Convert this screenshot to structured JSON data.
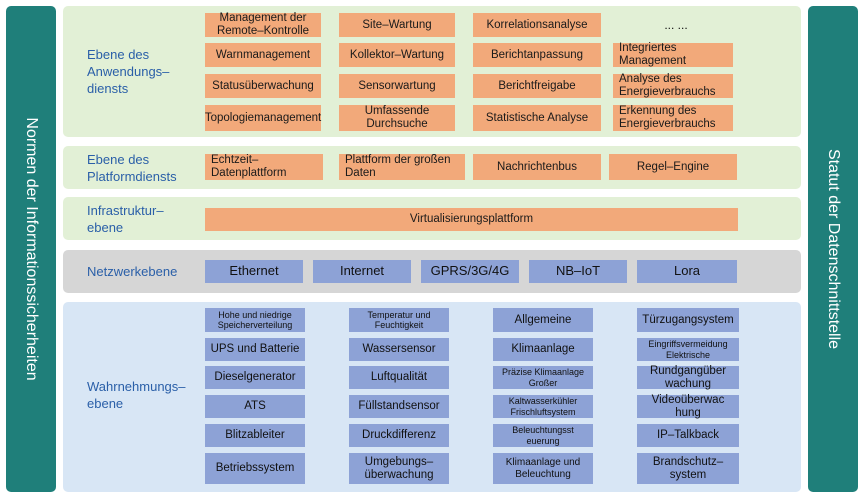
{
  "side_left": "Normen der Informationssicherheiten",
  "side_right": "Statut der Datenschnittstelle",
  "layers": {
    "application": {
      "label": "Ebene des\nAnwendungs–\ndiensts",
      "items": [
        [
          "Management der\nRemote–Kontrolle",
          "Site–Wartung",
          "Korrelationsanalyse",
          "... ..."
        ],
        [
          "Warnmanagement",
          "Kollektor–Wartung",
          "Berichtanpassung",
          "Integriertes\nManagement"
        ],
        [
          "Statusüberwachung",
          "Sensorwartung",
          "Berichtfreigabe",
          "Analyse des\nEnergieverbrauchs"
        ],
        [
          "Topologiemanagement",
          "Umfassende\nDurchsuche",
          "Statistische Analyse",
          "Erkennung des\nEnergieverbrauchs"
        ]
      ]
    },
    "platform": {
      "label": "Ebene des\nPlatformdiensts",
      "items": [
        "Echtzeit–\nDatenplattform",
        "Plattform der großen\nDaten",
        "Nachrichtenbus",
        "Regel–Engine"
      ]
    },
    "infrastructure": {
      "label": "Infrastruktur–\nebene",
      "item": "Virtualisierungsplattform"
    },
    "network": {
      "label": "Netzwerkebene",
      "items": [
        "Ethernet",
        "Internet",
        "GPRS/3G/4G",
        "NB–IoT",
        "Lora"
      ]
    },
    "perception": {
      "label": "Wahrnehmungs–\nebene",
      "columns": [
        [
          "Hohe und niedrige\nSpeicherverteilung",
          "UPS und Batterie",
          "Dieselgenerator",
          "ATS",
          "Blitzableiter",
          "Betriebssystem"
        ],
        [
          "Temperatur und\nFeuchtigkeit",
          "Wassersensor",
          "Luftqualität",
          "Füllstandsensor",
          "Druckdifferenz",
          "Umgebungs–\nüberwachung"
        ],
        [
          "Allgemeine",
          "Klimaanlage",
          "Präzise Klimaanlage\nGroßer",
          "Kaltwasserkühler\nFrischluftsystem",
          "Beleuchtungsst\neuerung",
          "Klimaanlage und\nBeleuchtung"
        ],
        [
          "Türzugangsystem",
          "Eingriffsvermeidung\nElektrische",
          "Rundgangüber\nwachung",
          "Videoüberwac\nhung",
          "IP–Talkback",
          "Brandschutz–\nsystem"
        ]
      ]
    }
  }
}
